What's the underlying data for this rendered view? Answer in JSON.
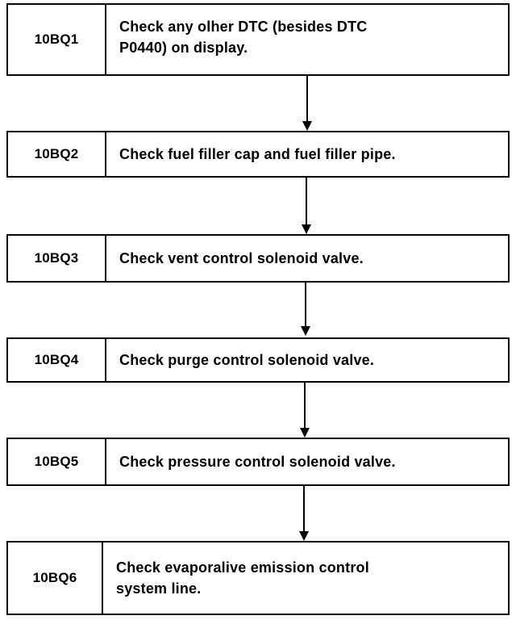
{
  "flowchart": {
    "steps": [
      {
        "id": "10BQ1",
        "text": "Check any olher DTC (besides DTC\nP0440) on display."
      },
      {
        "id": "10BQ2",
        "text": "Check fuel filler cap and fuel filler pipe."
      },
      {
        "id": "10BQ3",
        "text": "Check vent control solenoid valve."
      },
      {
        "id": "10BQ4",
        "text": "Check purge control solenoid valve."
      },
      {
        "id": "10BQ5",
        "text": "Check pressure control solenoid valve."
      },
      {
        "id": "10BQ6",
        "text": "Check evaporalive emission control\nsystem line."
      }
    ]
  }
}
